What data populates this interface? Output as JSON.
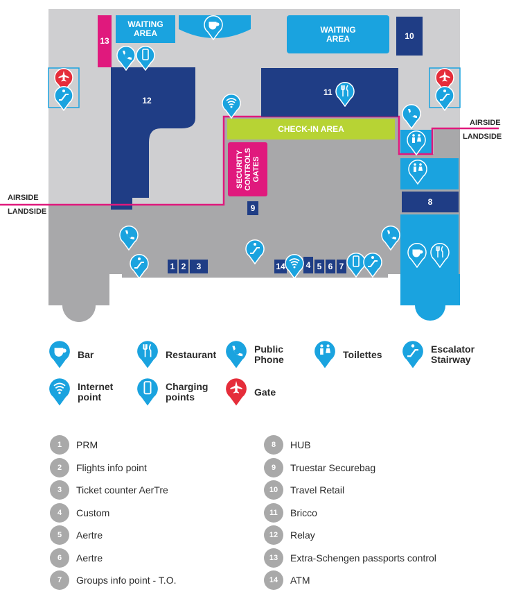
{
  "map": {
    "waiting_area_left": "WAITING\nAREA",
    "waiting_area_right": "WAITING\nAREA",
    "checkin_area": "CHECK-IN AREA",
    "security": "SECURITY\nCONTROLS\nGATES",
    "boundary_right_top": "AIRSIDE",
    "boundary_right_bottom": "LANDSIDE",
    "boundary_left_top": "AIRSIDE",
    "boundary_left_bottom": "LANDSIDE",
    "zones": {
      "z1": "1",
      "z2": "2",
      "z3": "3",
      "z4": "4",
      "z5": "5",
      "z6": "6",
      "z7": "7",
      "z8": "8",
      "z9": "9",
      "z10": "10",
      "z11": "11",
      "z12": "12",
      "z13": "13",
      "z14": "14"
    },
    "colors": {
      "navy": "#1f3d85",
      "sky": "#1aa3df",
      "pink": "#e0197d",
      "lime": "#b7d334",
      "gate_red": "#e52d3a",
      "floor": "#a8a8aa",
      "floor_light": "#cfcfd1"
    }
  },
  "legend": {
    "icons": [
      {
        "icon": "bar-icon",
        "label": "Bar"
      },
      {
        "icon": "restaurant-icon",
        "label": "Restaurant"
      },
      {
        "icon": "phone-icon",
        "label": "Public\nPhone"
      },
      {
        "icon": "toilets-icon",
        "label": "Toilettes"
      },
      {
        "icon": "escalator-icon",
        "label": "Escalator\nStairway"
      },
      {
        "icon": "wifi-icon",
        "label": "Internet\npoint"
      },
      {
        "icon": "charging-icon",
        "label": "Charging\npoints"
      },
      {
        "icon": "gate-icon",
        "label": "Gate"
      }
    ],
    "numbered_left": [
      {
        "num": "1",
        "label": "PRM"
      },
      {
        "num": "2",
        "label": "Flights info point"
      },
      {
        "num": "3",
        "label": "Ticket counter AerTre"
      },
      {
        "num": "4",
        "label": "Custom"
      },
      {
        "num": "5",
        "label": "Aertre"
      },
      {
        "num": "6",
        "label": "Aertre"
      },
      {
        "num": "7",
        "label": "Groups info point - T.O."
      }
    ],
    "numbered_right": [
      {
        "num": "8",
        "label": "HUB"
      },
      {
        "num": "9",
        "label": "Truestar Securebag"
      },
      {
        "num": "10",
        "label": "Travel Retail"
      },
      {
        "num": "11",
        "label": "Bricco"
      },
      {
        "num": "12",
        "label": "Relay"
      },
      {
        "num": "13",
        "label": "Extra-Schengen passports control"
      },
      {
        "num": "14",
        "label": "ATM"
      }
    ]
  }
}
